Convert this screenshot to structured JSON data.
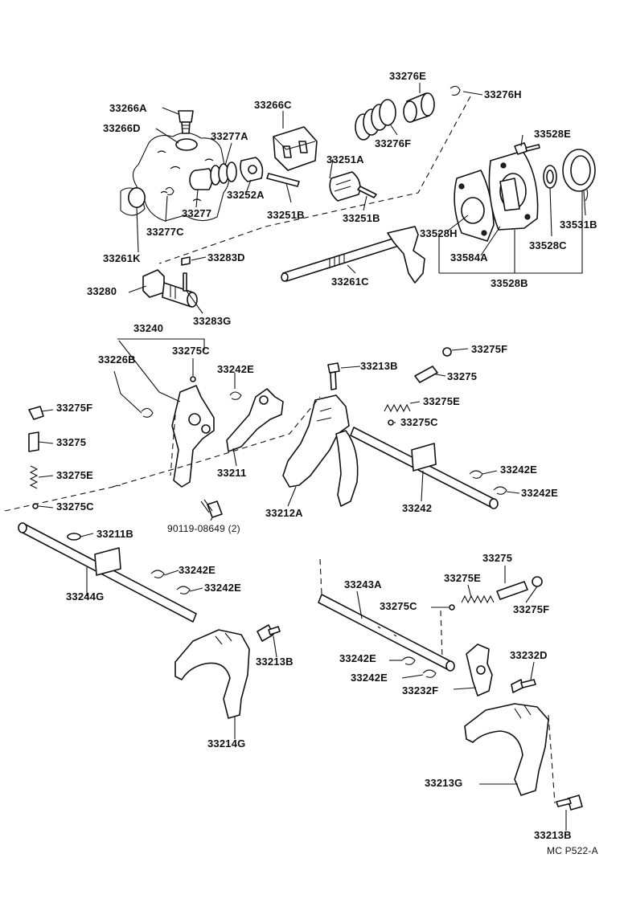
{
  "parts": {
    "p33276E": "33276E",
    "p33276H": "33276H",
    "p33266A": "33266A",
    "p33266C": "33266C",
    "p33266D": "33266D",
    "p33277A": "33277A",
    "p33276F": "33276F",
    "p33528E": "33528E",
    "p33251A": "33251A",
    "p33252A": "33252A",
    "p33277": "33277",
    "p33251B_a": "33251B",
    "p33251B_b": "33251B",
    "p33531B": "33531B",
    "p33277C": "33277C",
    "p33528H": "33528H",
    "p33261K": "33261K",
    "p33283D": "33283D",
    "p33528C": "33528C",
    "p33584A": "33584A",
    "p33261C": "33261C",
    "p33528B": "33528B",
    "p33280": "33280",
    "p33283G": "33283G",
    "p33240": "33240",
    "p33226B": "33226B",
    "p33275C_a": "33275C",
    "p33275F_a": "33275F",
    "p33242E_a": "33242E",
    "p33213B_a": "33213B",
    "p33275_a": "33275",
    "p33275E_a": "33275E",
    "p33275F_b": "33275F",
    "p33275C_b": "33275C",
    "p33275_b": "33275",
    "p33242E_b": "33242E",
    "p33211": "33211",
    "p33275E_b": "33275E",
    "p33242E_c": "33242E",
    "p33212A": "33212A",
    "p33242": "33242",
    "p33275C_c": "33275C",
    "p90119": "90119-08649 (2)",
    "p33211B": "33211B",
    "p33275_c": "33275",
    "p33242E_d": "33242E",
    "p33243A": "33243A",
    "p33275E_c": "33275E",
    "p33244G": "33244G",
    "p33242E_e": "33242E",
    "p33275C_d": "33275C",
    "p33275F_c": "33275F",
    "p33213B_b": "33213B",
    "p33242E_f": "33242E",
    "p33232D": "33232D",
    "p33242E_g": "33242E",
    "p33232F": "33232F",
    "p33214G": "33214G",
    "p33213G": "33213G",
    "p33213B_c": "33213B"
  },
  "figure_code": "MC P522-A"
}
